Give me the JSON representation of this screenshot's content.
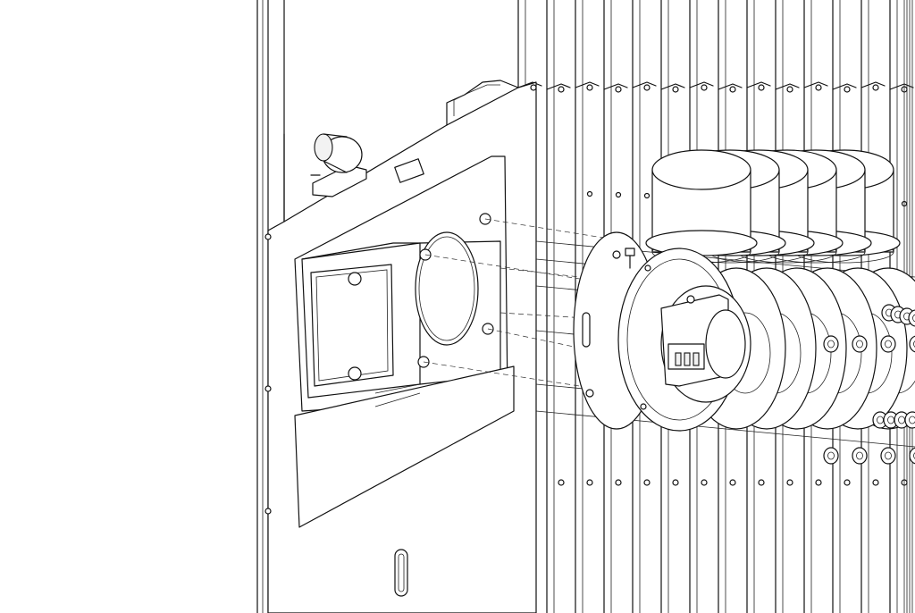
{
  "figure": {
    "kind": "exploded-assembly-line-drawing",
    "palette": {
      "background": "#ffffff",
      "stroke": "#111111"
    },
    "parts": [
      {
        "id": "cabinet-side-panel",
        "label": ""
      },
      {
        "id": "mounting-plate",
        "label": ""
      },
      {
        "id": "cover-plate",
        "label": ""
      },
      {
        "id": "burner-tube",
        "label": ""
      },
      {
        "id": "burner-flange",
        "label": ""
      },
      {
        "id": "heat-exchanger-fins",
        "label": ""
      },
      {
        "id": "sight-glass",
        "label": ""
      },
      {
        "id": "sensor-bracket",
        "label": ""
      }
    ]
  }
}
